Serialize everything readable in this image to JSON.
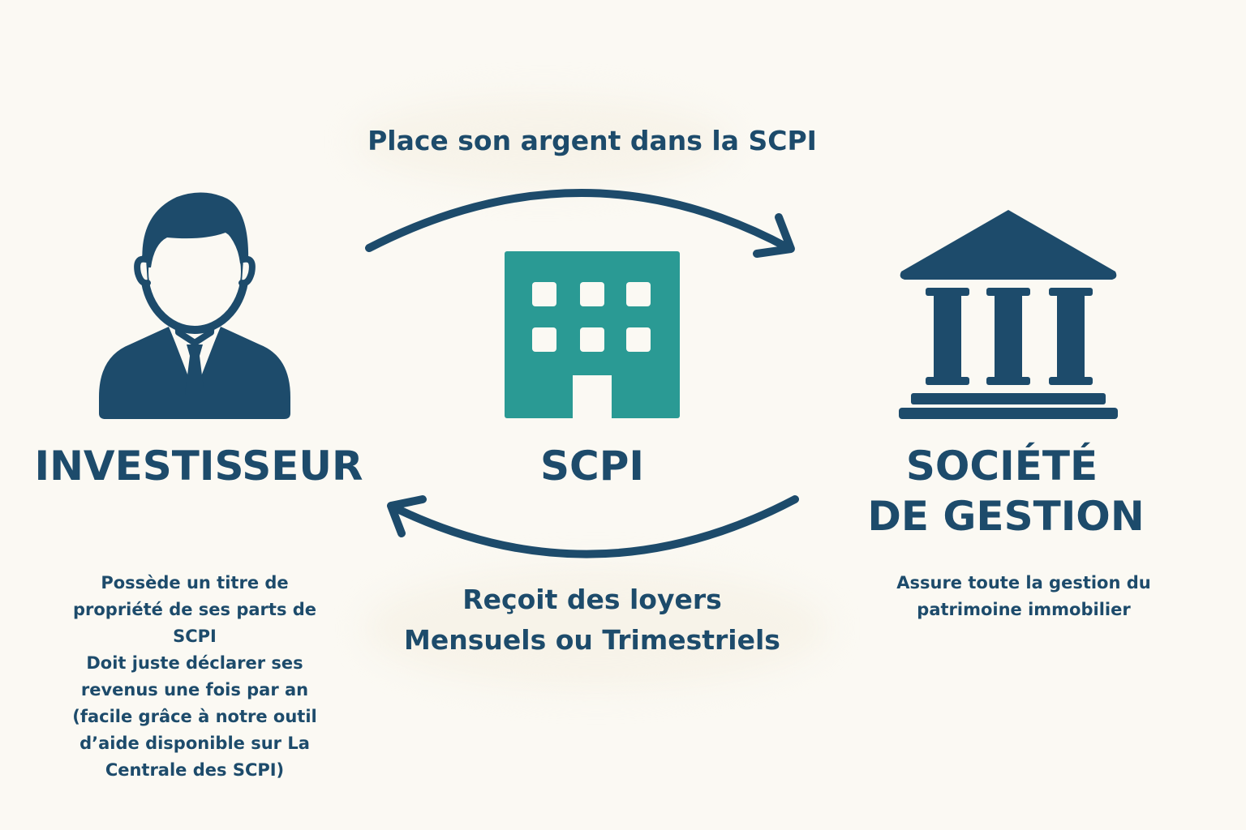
{
  "colors": {
    "navy": "#1d4b6b",
    "teal": "#2a9a94",
    "background": "#fbf9f3"
  },
  "top_flow": {
    "label": "Place son argent dans la SCPI",
    "arrow_icon": "arrow-right-curved-icon"
  },
  "bottom_flow": {
    "line1": "Reçoit des loyers",
    "line2": "Mensuels ou Trimestriels",
    "arrow_icon": "arrow-left-curved-icon"
  },
  "investor": {
    "icon": "businessman-icon",
    "title": "INVESTISSEUR",
    "description_lines": [
      "Possède un titre de",
      "propriété de ses parts de",
      "SCPI",
      "Doit juste déclarer ses",
      "revenus une fois par an",
      "(facile grâce à notre outil",
      "d’aide disponible sur La",
      "Centrale des SCPI)"
    ]
  },
  "scpi": {
    "icon": "office-building-icon",
    "title": "SCPI"
  },
  "company": {
    "icon": "bank-building-icon",
    "title_line1": "SOCIÉTÉ",
    "title_line2": "DE GESTION",
    "description_lines": [
      "Assure toute la gestion du",
      "patrimoine immobilier"
    ]
  }
}
